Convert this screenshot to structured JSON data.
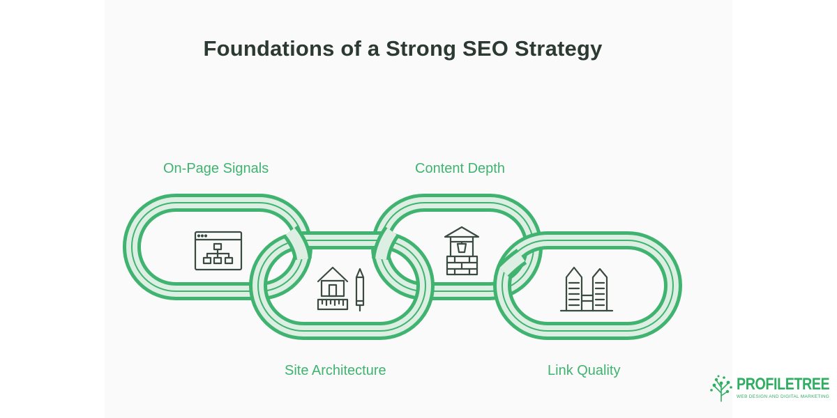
{
  "diagram": {
    "title": "Foundations of a Strong SEO Strategy",
    "links": [
      {
        "label": "On-Page Signals",
        "icon": "sitemap-browser-icon"
      },
      {
        "label": "Content Depth",
        "icon": "well-icon"
      },
      {
        "label": "Site Architecture",
        "icon": "house-ruler-pencil-icon"
      },
      {
        "label": "Link Quality",
        "icon": "skyscrapers-icon"
      }
    ]
  },
  "brand": {
    "name": "PROFILETREE",
    "tagline": "WEB DESIGN AND DIGITAL MARKETING",
    "color": "#2fae62"
  },
  "colors": {
    "chain_stroke": "#3fb36f",
    "chain_fill": "#dcefe2",
    "icon_stroke": "#3a4a40",
    "label": "#3fb36f",
    "title": "#2c3a33"
  }
}
